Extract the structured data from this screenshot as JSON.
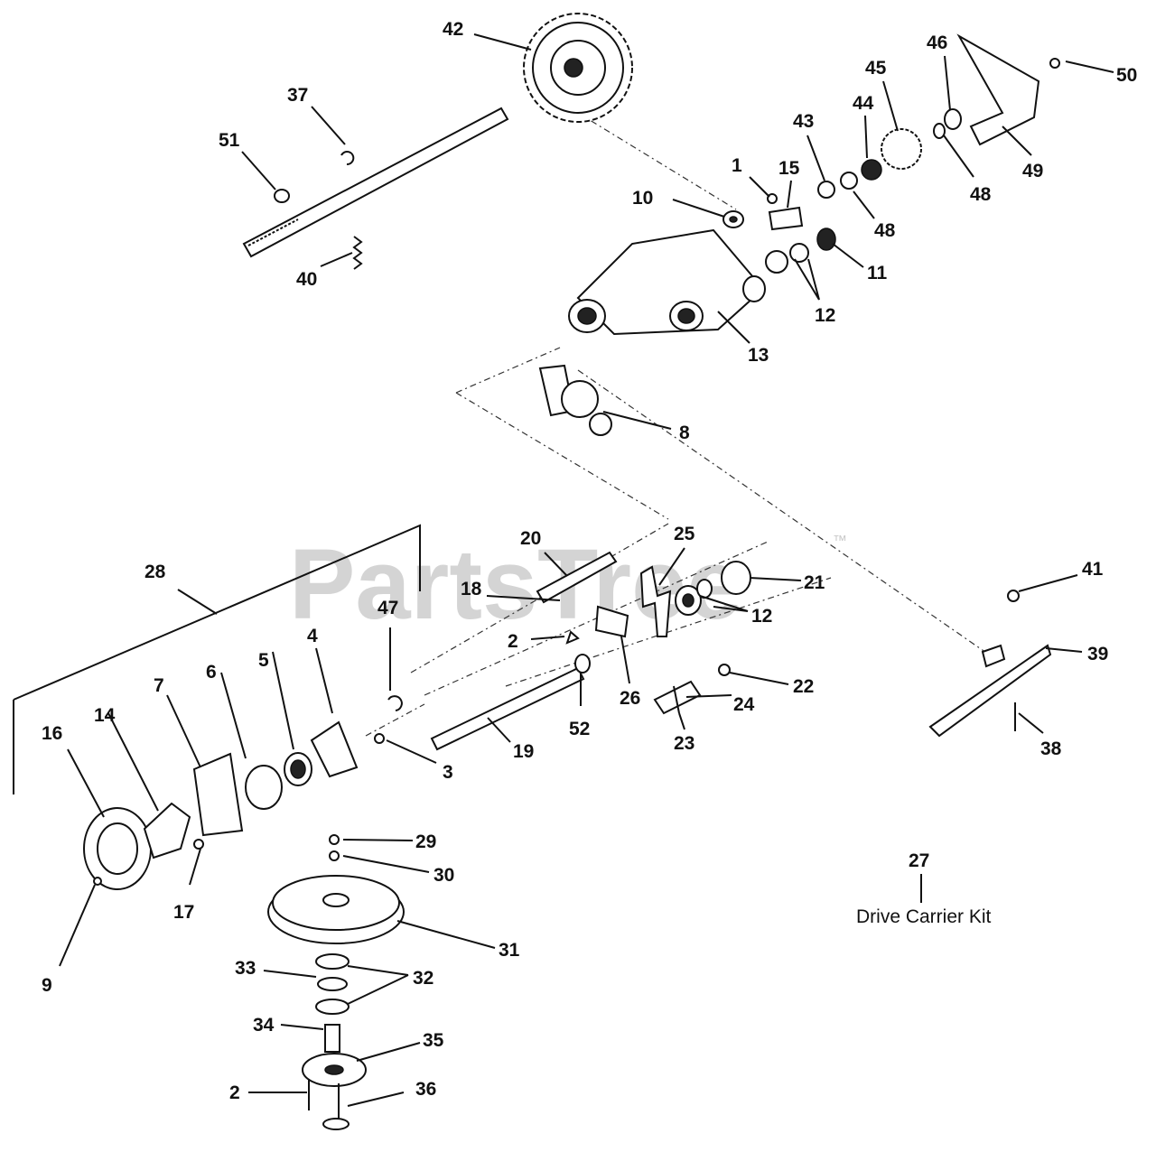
{
  "watermark": {
    "text": "PartsTree",
    "trademark": "™"
  },
  "kit_label": {
    "number": "27",
    "text": "Drive Carrier Kit"
  },
  "callouts": [
    "42",
    "37",
    "51",
    "40",
    "1",
    "15",
    "10",
    "43",
    "44",
    "45",
    "46",
    "50",
    "48",
    "49",
    "48",
    "11",
    "12",
    "13",
    "8",
    "20",
    "25",
    "21",
    "18",
    "12",
    "28",
    "47",
    "2",
    "4",
    "5",
    "6",
    "7",
    "14",
    "16",
    "3",
    "19",
    "52",
    "26",
    "24",
    "22",
    "23",
    "41",
    "39",
    "38",
    "29",
    "30",
    "31",
    "33",
    "32",
    "34",
    "35",
    "2",
    "36",
    "17",
    "9"
  ],
  "colors": {
    "line": "#111111",
    "watermark": "#d4d4d4",
    "background": "#ffffff"
  }
}
